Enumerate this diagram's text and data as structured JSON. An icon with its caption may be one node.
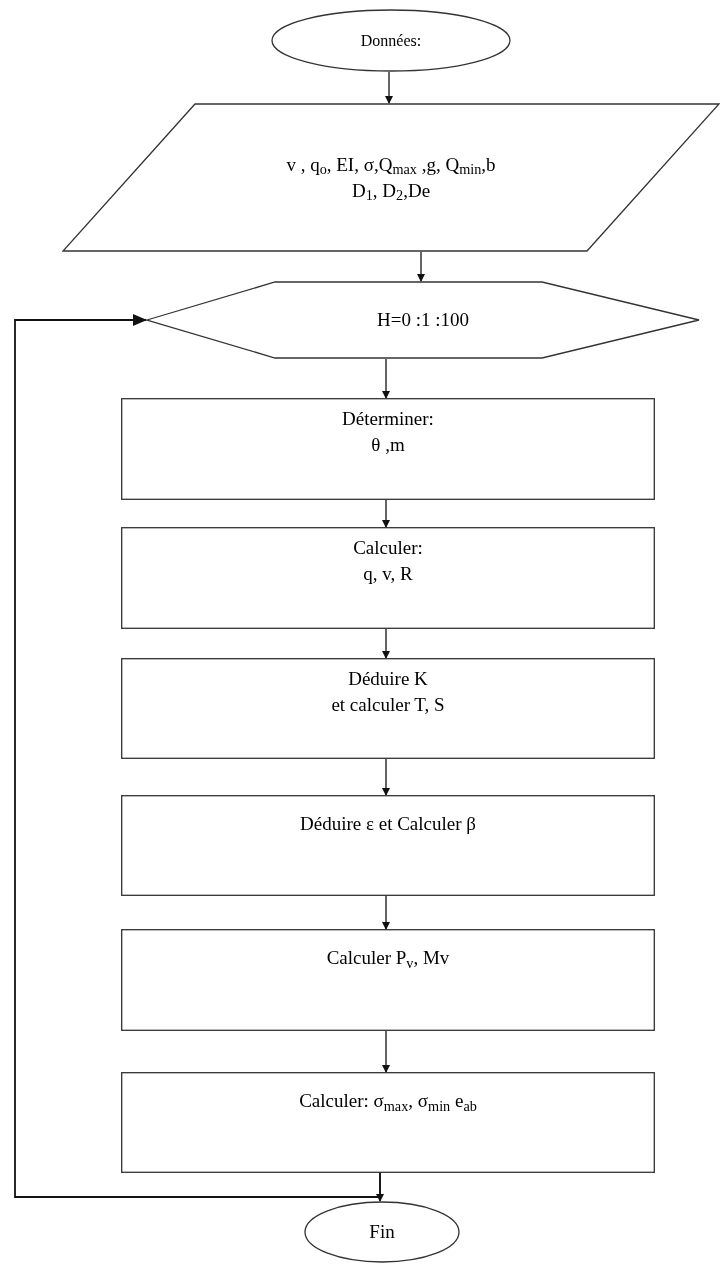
{
  "diagram": {
    "nodes": [
      {
        "text": [
          "Données:"
        ]
      },
      {
        "text": [
          "v , q$_{o}$, EI, σ,Q$_{max}$ ,g, Q$_{min}$,b",
          "D$_{1}$, D$_{2}$,De"
        ]
      },
      {
        "text": [
          "H=0 :1 :100"
        ]
      },
      {
        "text": [
          "Déterminer:",
          "θ ,m"
        ]
      },
      {
        "text": [
          "Calculer:",
          "q, v, R"
        ]
      },
      {
        "text": [
          "Déduire K",
          "et calculer T, S"
        ]
      },
      {
        "text": [
          "Déduire ε  et Calculer β"
        ]
      },
      {
        "text": [
          "Calculer  P$_{v}$, Mv"
        ]
      },
      {
        "text": [
          "Calculer: σ$_{max}$, σ$_{min}$ e$_{ab}$"
        ]
      },
      {
        "text": [
          "Fin"
        ]
      }
    ],
    "edges": [
      {
        "from": 0,
        "to": 1,
        "arrow": "to"
      },
      {
        "from": 1,
        "to": 2,
        "arrow": "to"
      },
      {
        "from": 2,
        "to": 3,
        "arrow": "to"
      },
      {
        "from": 3,
        "to": 4,
        "arrow": "to"
      },
      {
        "from": 4,
        "to": 5,
        "arrow": "to"
      },
      {
        "from": 5,
        "to": 6,
        "arrow": "to"
      },
      {
        "from": 6,
        "to": 7,
        "arrow": "to"
      },
      {
        "from": 7,
        "to": 8,
        "arrow": "to"
      },
      {
        "from": 8,
        "to": 9,
        "arrow": "to"
      },
      {
        "from": 8,
        "to": 2,
        "arrow": "to"
      }
    ]
  }
}
